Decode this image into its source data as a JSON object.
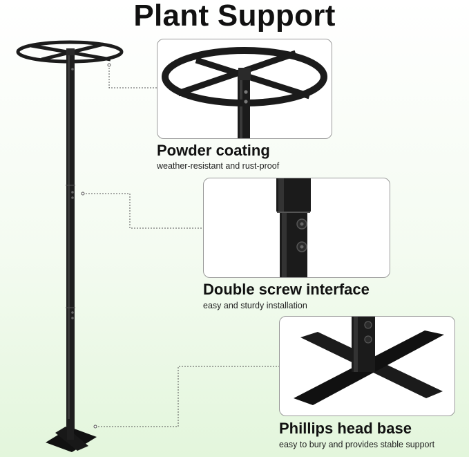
{
  "title": "Plant Support",
  "features": [
    {
      "title": "Powder coating",
      "subtitle": "weather-resistant and rust-proof",
      "icon": "ring-top-detail"
    },
    {
      "title": "Double screw interface",
      "subtitle": "easy and sturdy installation",
      "icon": "screw-joint-detail"
    },
    {
      "title": "Phillips head base",
      "subtitle": "easy to bury and provides stable support",
      "icon": "cross-base-detail"
    }
  ],
  "colors": {
    "metal": "#1c1c1c",
    "background_tint": "#e3f6dc",
    "leader_line": "#555555"
  }
}
